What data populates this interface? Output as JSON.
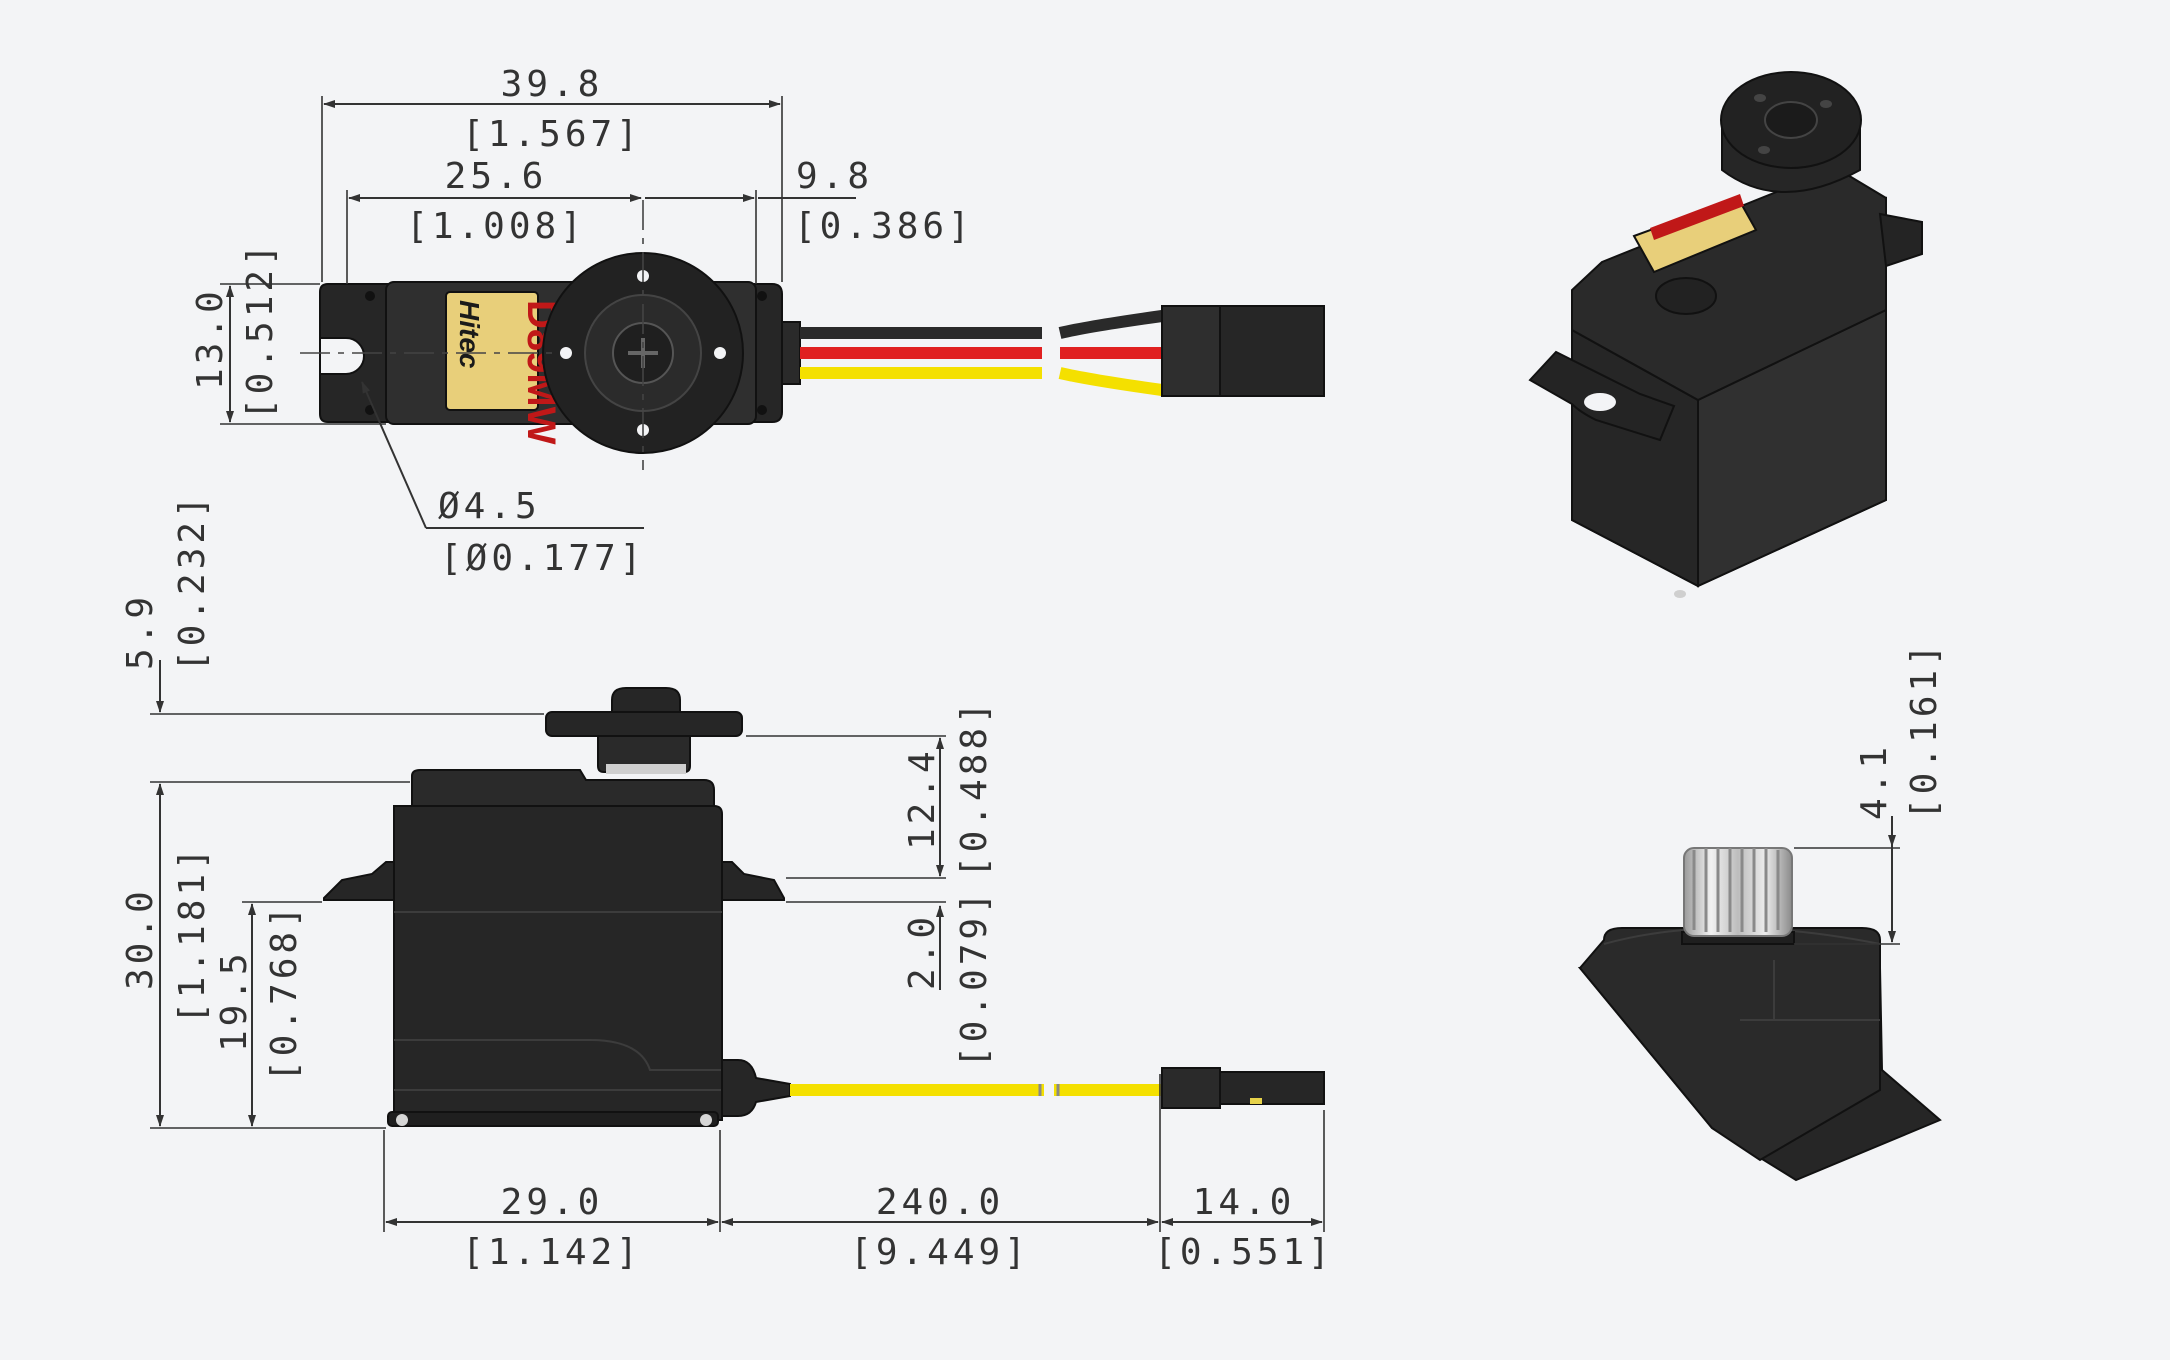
{
  "colors": {
    "background": "#f3f4f6",
    "servo_body": "#262626",
    "wire_black": "#2a2a2a",
    "wire_red": "#e02020",
    "wire_yellow": "#f4e000",
    "label_gold": "#e8cf7a",
    "label_red": "#c01818",
    "dimension_lines": "#333333"
  },
  "label": {
    "model": "D89MW",
    "brand": "Hitec"
  },
  "dimensions": {
    "total_length": {
      "mm": "39.8",
      "in": "[1.567]"
    },
    "body_length": {
      "mm": "25.6",
      "in": "[1.008]"
    },
    "output_offset": {
      "mm": "9.8",
      "in": "[0.386]"
    },
    "body_width": {
      "mm": "13.0",
      "in": "[0.512]"
    },
    "mount_hole": {
      "mm": "Ø4.5",
      "in": "[Ø0.177]"
    },
    "horn_height": {
      "mm": "5.9",
      "in": "[0.232]"
    },
    "total_height": {
      "mm": "30.0",
      "in": "[1.181]"
    },
    "flange_height": {
      "mm": "19.5",
      "in": "[0.768]"
    },
    "flange_to_top": {
      "mm": "12.4",
      "in": "[0.488]"
    },
    "flange_thickness": {
      "mm": "2.0",
      "in": "[0.079]"
    },
    "case_length": {
      "mm": "29.0",
      "in": "[1.142]"
    },
    "wire_length": {
      "mm": "240.0",
      "in": "[9.449]"
    },
    "connector_length": {
      "mm": "14.0",
      "in": "[0.551]"
    },
    "spline_height": {
      "mm": "4.1",
      "in": "[0.161]"
    }
  }
}
